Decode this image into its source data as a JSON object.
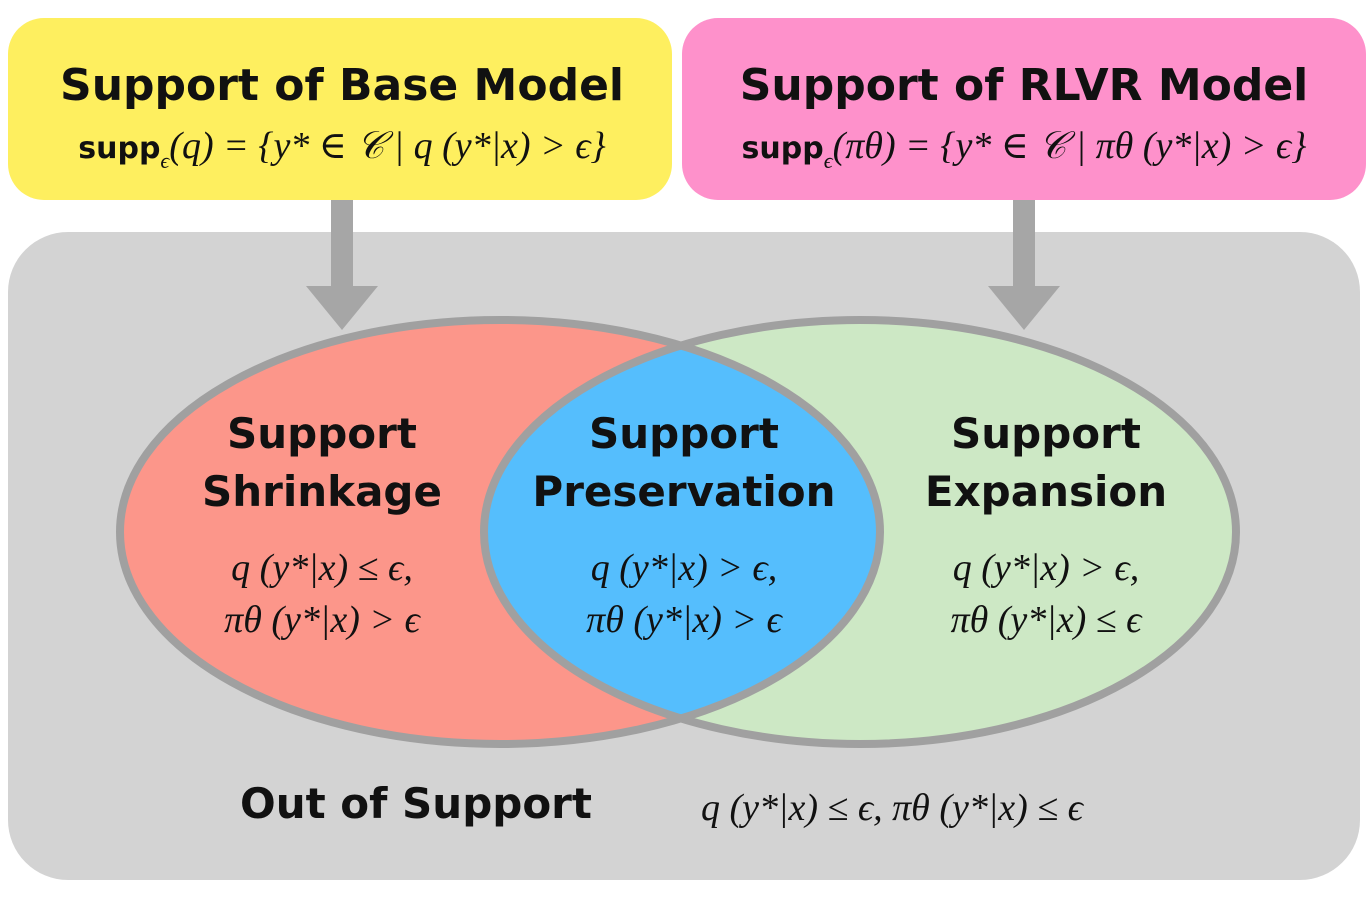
{
  "base_box": {
    "title": "Support of Base Model",
    "formula_prefix": "supp",
    "formula_sub": "ϵ",
    "formula_rest": "(q) = {y* ∈ 𝒞 | q (y*|x) > ϵ}",
    "color": "#FEEF5F"
  },
  "rlvr_box": {
    "title": "Support of RLVR Model",
    "formula_prefix": "supp",
    "formula_sub": "ϵ",
    "formula_rest": "(πθ) = {y* ∈ 𝒞 | πθ (y*|x) > ϵ}",
    "color": "#FE91CB"
  },
  "background_color": "#D3D3D3",
  "regions": {
    "shrinkage": {
      "title_line1": "Support",
      "title_line2": "Shrinkage",
      "cond_line1": "q (y*|x) ≤ ϵ,",
      "cond_line2": "πθ (y*|x) > ϵ",
      "color": "#FC968A"
    },
    "preservation": {
      "title_line1": "Support",
      "title_line2": "Preservation",
      "cond_line1": "q (y*|x) > ϵ,",
      "cond_line2": "πθ (y*|x) > ϵ",
      "color": "#55BEFD"
    },
    "expansion": {
      "title_line1": "Support",
      "title_line2": "Expansion",
      "cond_line1": "q (y*|x) > ϵ,",
      "cond_line2": "πθ (y*|x) ≤ ϵ",
      "color": "#CDE8C5"
    }
  },
  "out_of_support": {
    "label": "Out of Support",
    "condition": "q (y*|x) ≤ ϵ, πθ (y*|x) ≤ ϵ"
  }
}
